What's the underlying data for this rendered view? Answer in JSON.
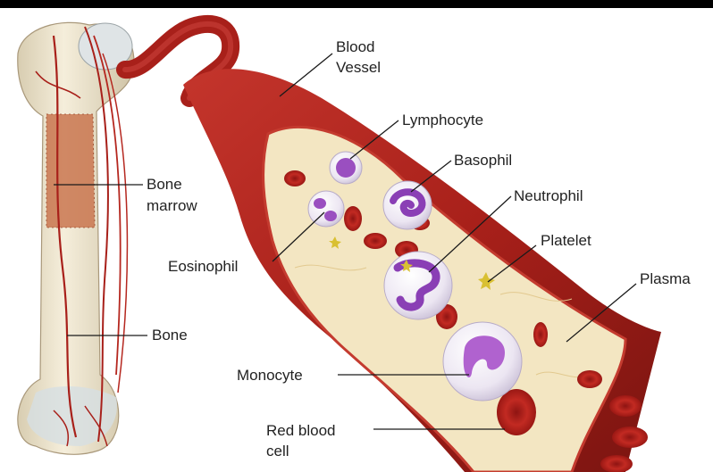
{
  "labels": {
    "blood_vessel_line1": "Blood",
    "blood_vessel_line2": "Vessel",
    "lymphocyte": "Lymphocyte",
    "basophil": "Basophil",
    "neutrophil": "Neutrophil",
    "platelet": "Platelet",
    "plasma": "Plasma",
    "bone_marrow_line1": "Bone",
    "bone_marrow_line2": "marrow",
    "eosinophil": "Eosinophil",
    "bone": "Bone",
    "monocyte": "Monocyte",
    "red_blood_cell_line1": "Red blood",
    "red_blood_cell_line2": "cell"
  },
  "colors": {
    "background": "#ffffff",
    "top_bar": "#000000",
    "vessel_wall": "#a8201a",
    "vessel_wall_dark": "#7a1410",
    "plasma": "#f3e6c2",
    "bone": "#efe6cf",
    "marrow": "#c9754f",
    "red_blood_cell": "#b8201c",
    "white_cell_membrane": "#f1edf5",
    "nucleus": "#9a4fc0",
    "platelet": "#d9c032",
    "label_text": "#222222"
  }
}
